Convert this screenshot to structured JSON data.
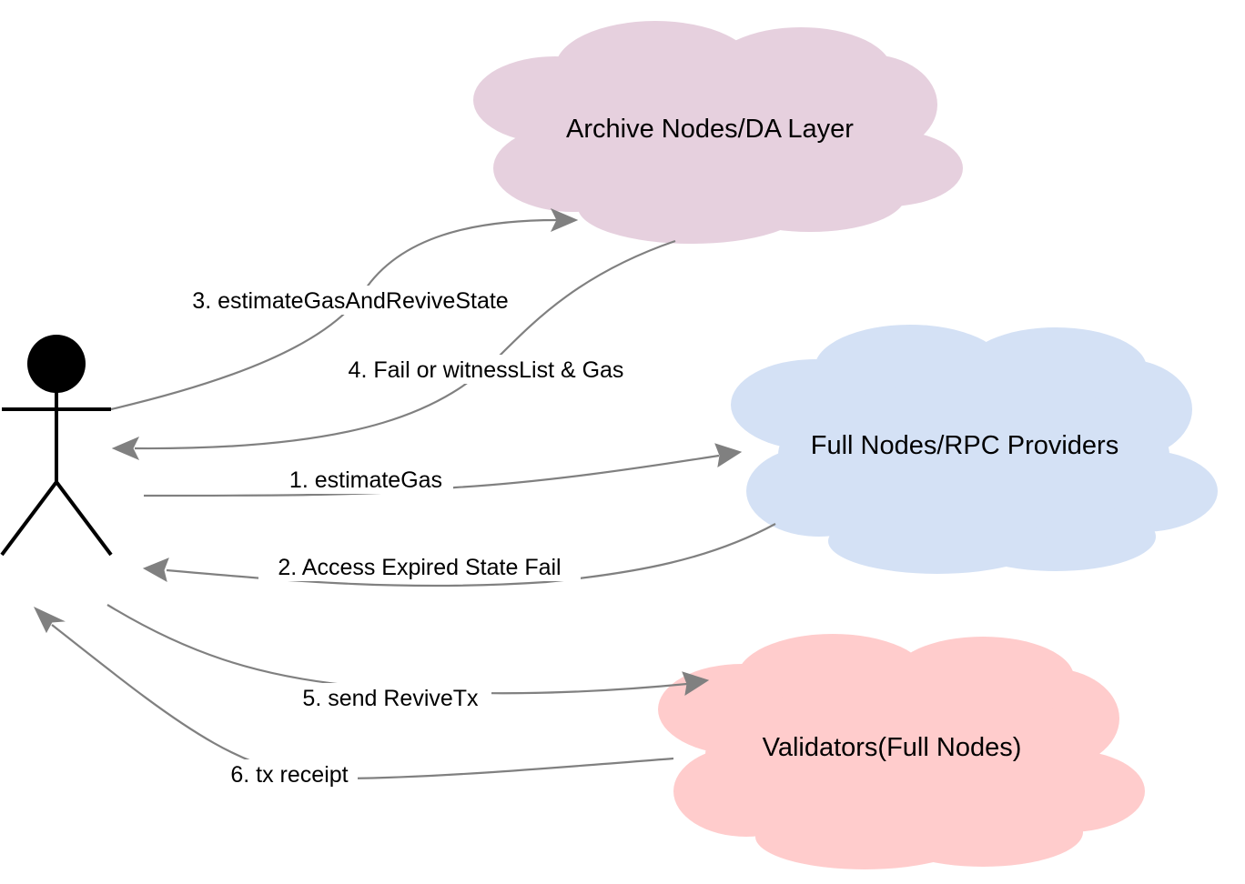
{
  "nodes": {
    "archive": {
      "label": "Archive Nodes/DA Layer",
      "color": "#e6d0de"
    },
    "fullnodes": {
      "label": "Full Nodes/RPC Providers",
      "color": "#d4e1f5"
    },
    "validators": {
      "label": "Validators(Full Nodes)",
      "color": "#ffcccc"
    }
  },
  "edges": {
    "e1": {
      "label": "1. estimateGas"
    },
    "e2": {
      "label": "2. Access Expired State Fail"
    },
    "e3": {
      "label": "3. estimateGasAndReviveState"
    },
    "e4": {
      "label": "4. Fail or witnessList & Gas"
    },
    "e5": {
      "label": "5. send ReviveTx"
    },
    "e6": {
      "label": "6. tx receipt"
    }
  },
  "colors": {
    "edge": "#808080",
    "actor": "#000000"
  }
}
